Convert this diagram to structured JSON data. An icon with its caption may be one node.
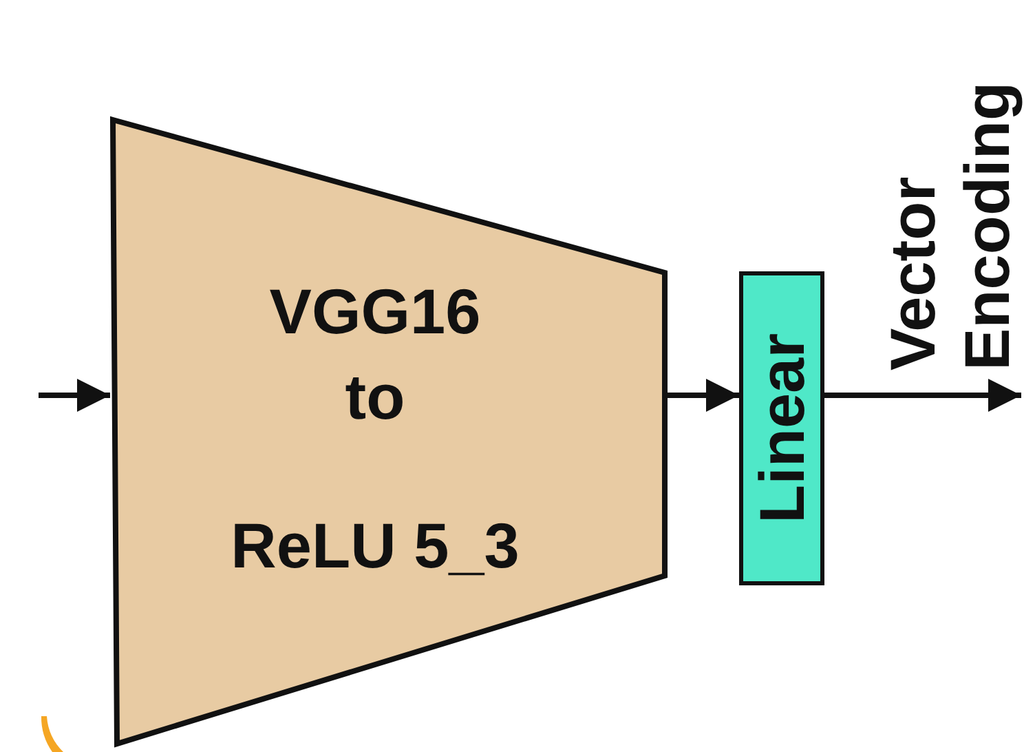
{
  "diagram": {
    "nodes": [
      {
        "text": [
          "VGG16",
          "to",
          "ReLU 5_3"
        ]
      },
      {
        "text": [
          "Linear"
        ]
      },
      {
        "text": [
          "Vector Encoding"
        ]
      }
    ],
    "edges": [
      {
        "from": null,
        "to": 0,
        "arrow": "to"
      },
      {
        "from": 0,
        "to": 1,
        "arrow": "to"
      },
      {
        "from": 1,
        "to": 2,
        "arrow": "to"
      }
    ]
  }
}
